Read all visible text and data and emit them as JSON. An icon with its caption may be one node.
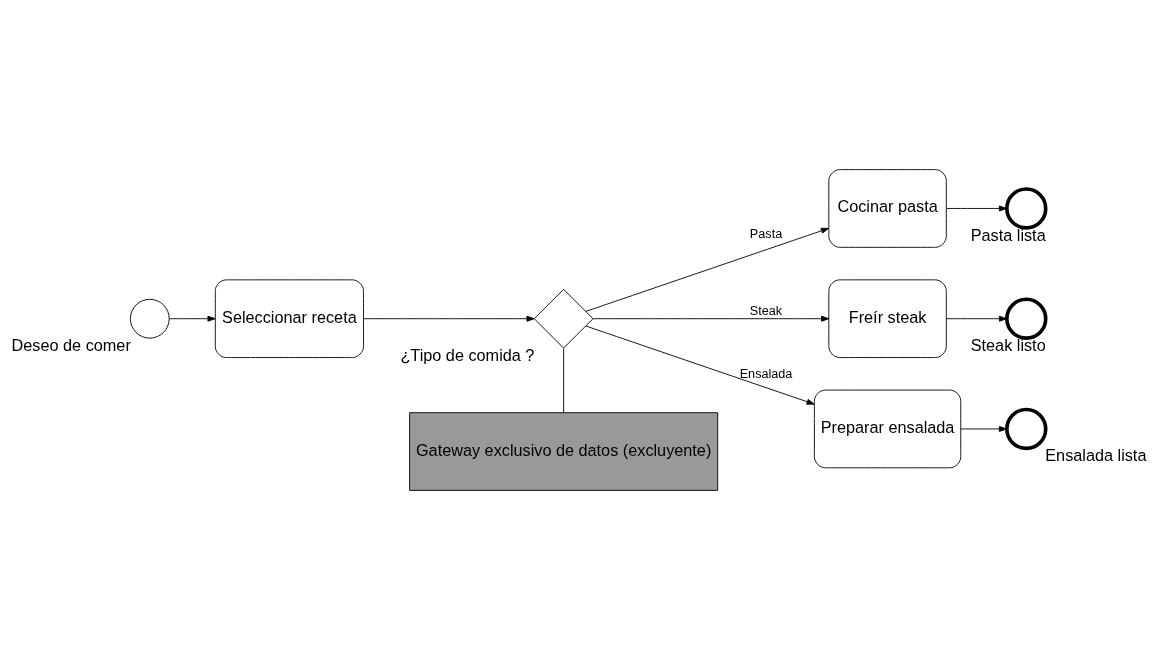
{
  "diagram": {
    "nodes": [
      {
        "text": [],
        "shape": "circle",
        "beside": [
          "Deseo de comer"
        ]
      },
      {
        "text": [
          "Seleccionar receta"
        ]
      },
      {
        "text": [],
        "shape": "diamond",
        "beside": [
          "¿Tipo de comida ?"
        ]
      },
      {
        "text": [
          "Cocinar pasta"
        ]
      },
      {
        "text": [],
        "shape": "circle",
        "beside": [
          "Pasta lista"
        ]
      },
      {
        "text": [
          "Freír steak"
        ]
      },
      {
        "text": [],
        "shape": "circle",
        "beside": [
          "Steak listo"
        ]
      },
      {
        "text": [
          "Preparar ensalada"
        ]
      },
      {
        "text": [],
        "shape": "circle",
        "beside": [
          "Ensalada lista"
        ]
      },
      {
        "text": [
          "Gateway exclusivo de datos (excluyente)"
        ]
      }
    ],
    "edges": [
      {
        "from": 0,
        "to": 1,
        "arrow": "to"
      },
      {
        "from": 1,
        "to": 2,
        "arrow": "to"
      },
      {
        "from": 2,
        "to": 3,
        "arrow": "to",
        "label": "Pasta"
      },
      {
        "from": 2,
        "to": 5,
        "arrow": "to",
        "label": "Steak"
      },
      {
        "from": 2,
        "to": 7,
        "arrow": "to",
        "label": "Ensalada"
      },
      {
        "from": 3,
        "to": 4,
        "arrow": "to"
      },
      {
        "from": 5,
        "to": 6,
        "arrow": "to"
      },
      {
        "from": 7,
        "to": 8,
        "arrow": "to"
      },
      {
        "from": 9,
        "to": 2,
        "arrow": "none"
      }
    ]
  }
}
